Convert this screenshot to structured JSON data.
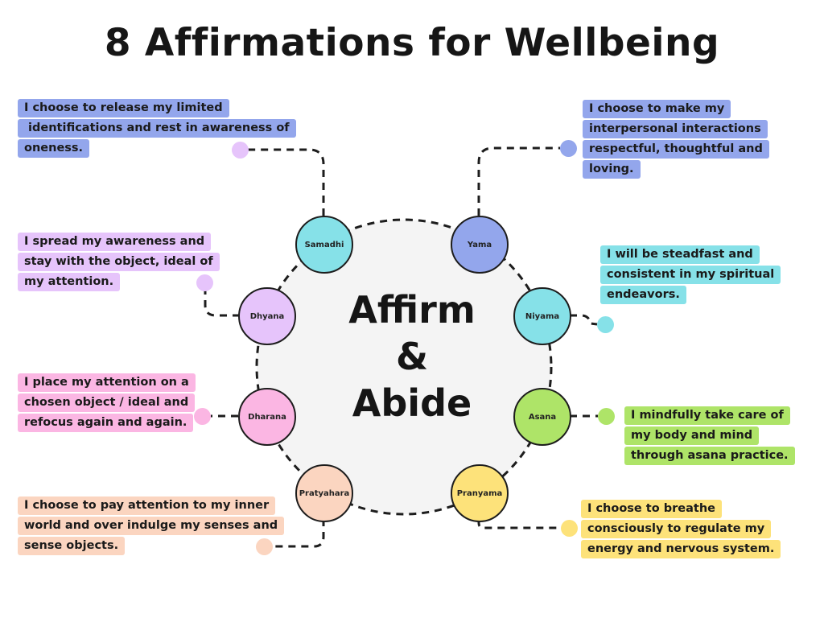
{
  "title": "8 Affirmations for Wellbeing",
  "center": {
    "line1": "Affirm",
    "line2": "&",
    "line3": "Abide"
  },
  "colors": {
    "center_fill": "#f4f4f4",
    "blue": "#93a6ec",
    "cyan": "#86e1e8",
    "green": "#aee468",
    "yellow": "#fde27a",
    "peach": "#fbd5c0",
    "pink": "#fbb6e3",
    "lilac": "#e6c4fb"
  },
  "limbs": [
    {
      "id": "samadhi",
      "label": "Samadhi",
      "color": "#86e1e8"
    },
    {
      "id": "yama",
      "label": "Yama",
      "color": "#93a6ec"
    },
    {
      "id": "niyama",
      "label": "Niyama",
      "color": "#86e1e8"
    },
    {
      "id": "asana",
      "label": "Asana",
      "color": "#aee468"
    },
    {
      "id": "pranyama",
      "label": "Pranyama",
      "color": "#fde27a"
    },
    {
      "id": "pratyahara",
      "label": "Pratyahara",
      "color": "#fbd5c0"
    },
    {
      "id": "dharana",
      "label": "Dharana",
      "color": "#fbb6e3"
    },
    {
      "id": "dhyana",
      "label": "Dhyana",
      "color": "#e6c4fb"
    }
  ],
  "affirmations": {
    "samadhi": [
      "I choose to release my limited",
      " identifications and rest in awareness of",
      "oneness."
    ],
    "yama": [
      "I choose to make my",
      "interpersonal interactions",
      "respectful, thoughtful and",
      "loving."
    ],
    "dhyana": [
      "I spread my awareness and",
      "stay with the object, ideal of",
      "my attention."
    ],
    "niyama": [
      "I will be steadfast and",
      "consistent in my spiritual",
      "endeavors."
    ],
    "dharana": [
      "I place my attention on a",
      "chosen object / ideal and",
      "refocus again and again."
    ],
    "asana": [
      "I mindfully take care of",
      "my body and mind",
      "through asana practice."
    ],
    "pratyahara": [
      "I choose to pay attention to my inner",
      "world and over indulge my senses and",
      "sense objects."
    ],
    "pranyama": [
      "I choose to breathe",
      "consciously to regulate my",
      "energy and nervous system."
    ]
  }
}
